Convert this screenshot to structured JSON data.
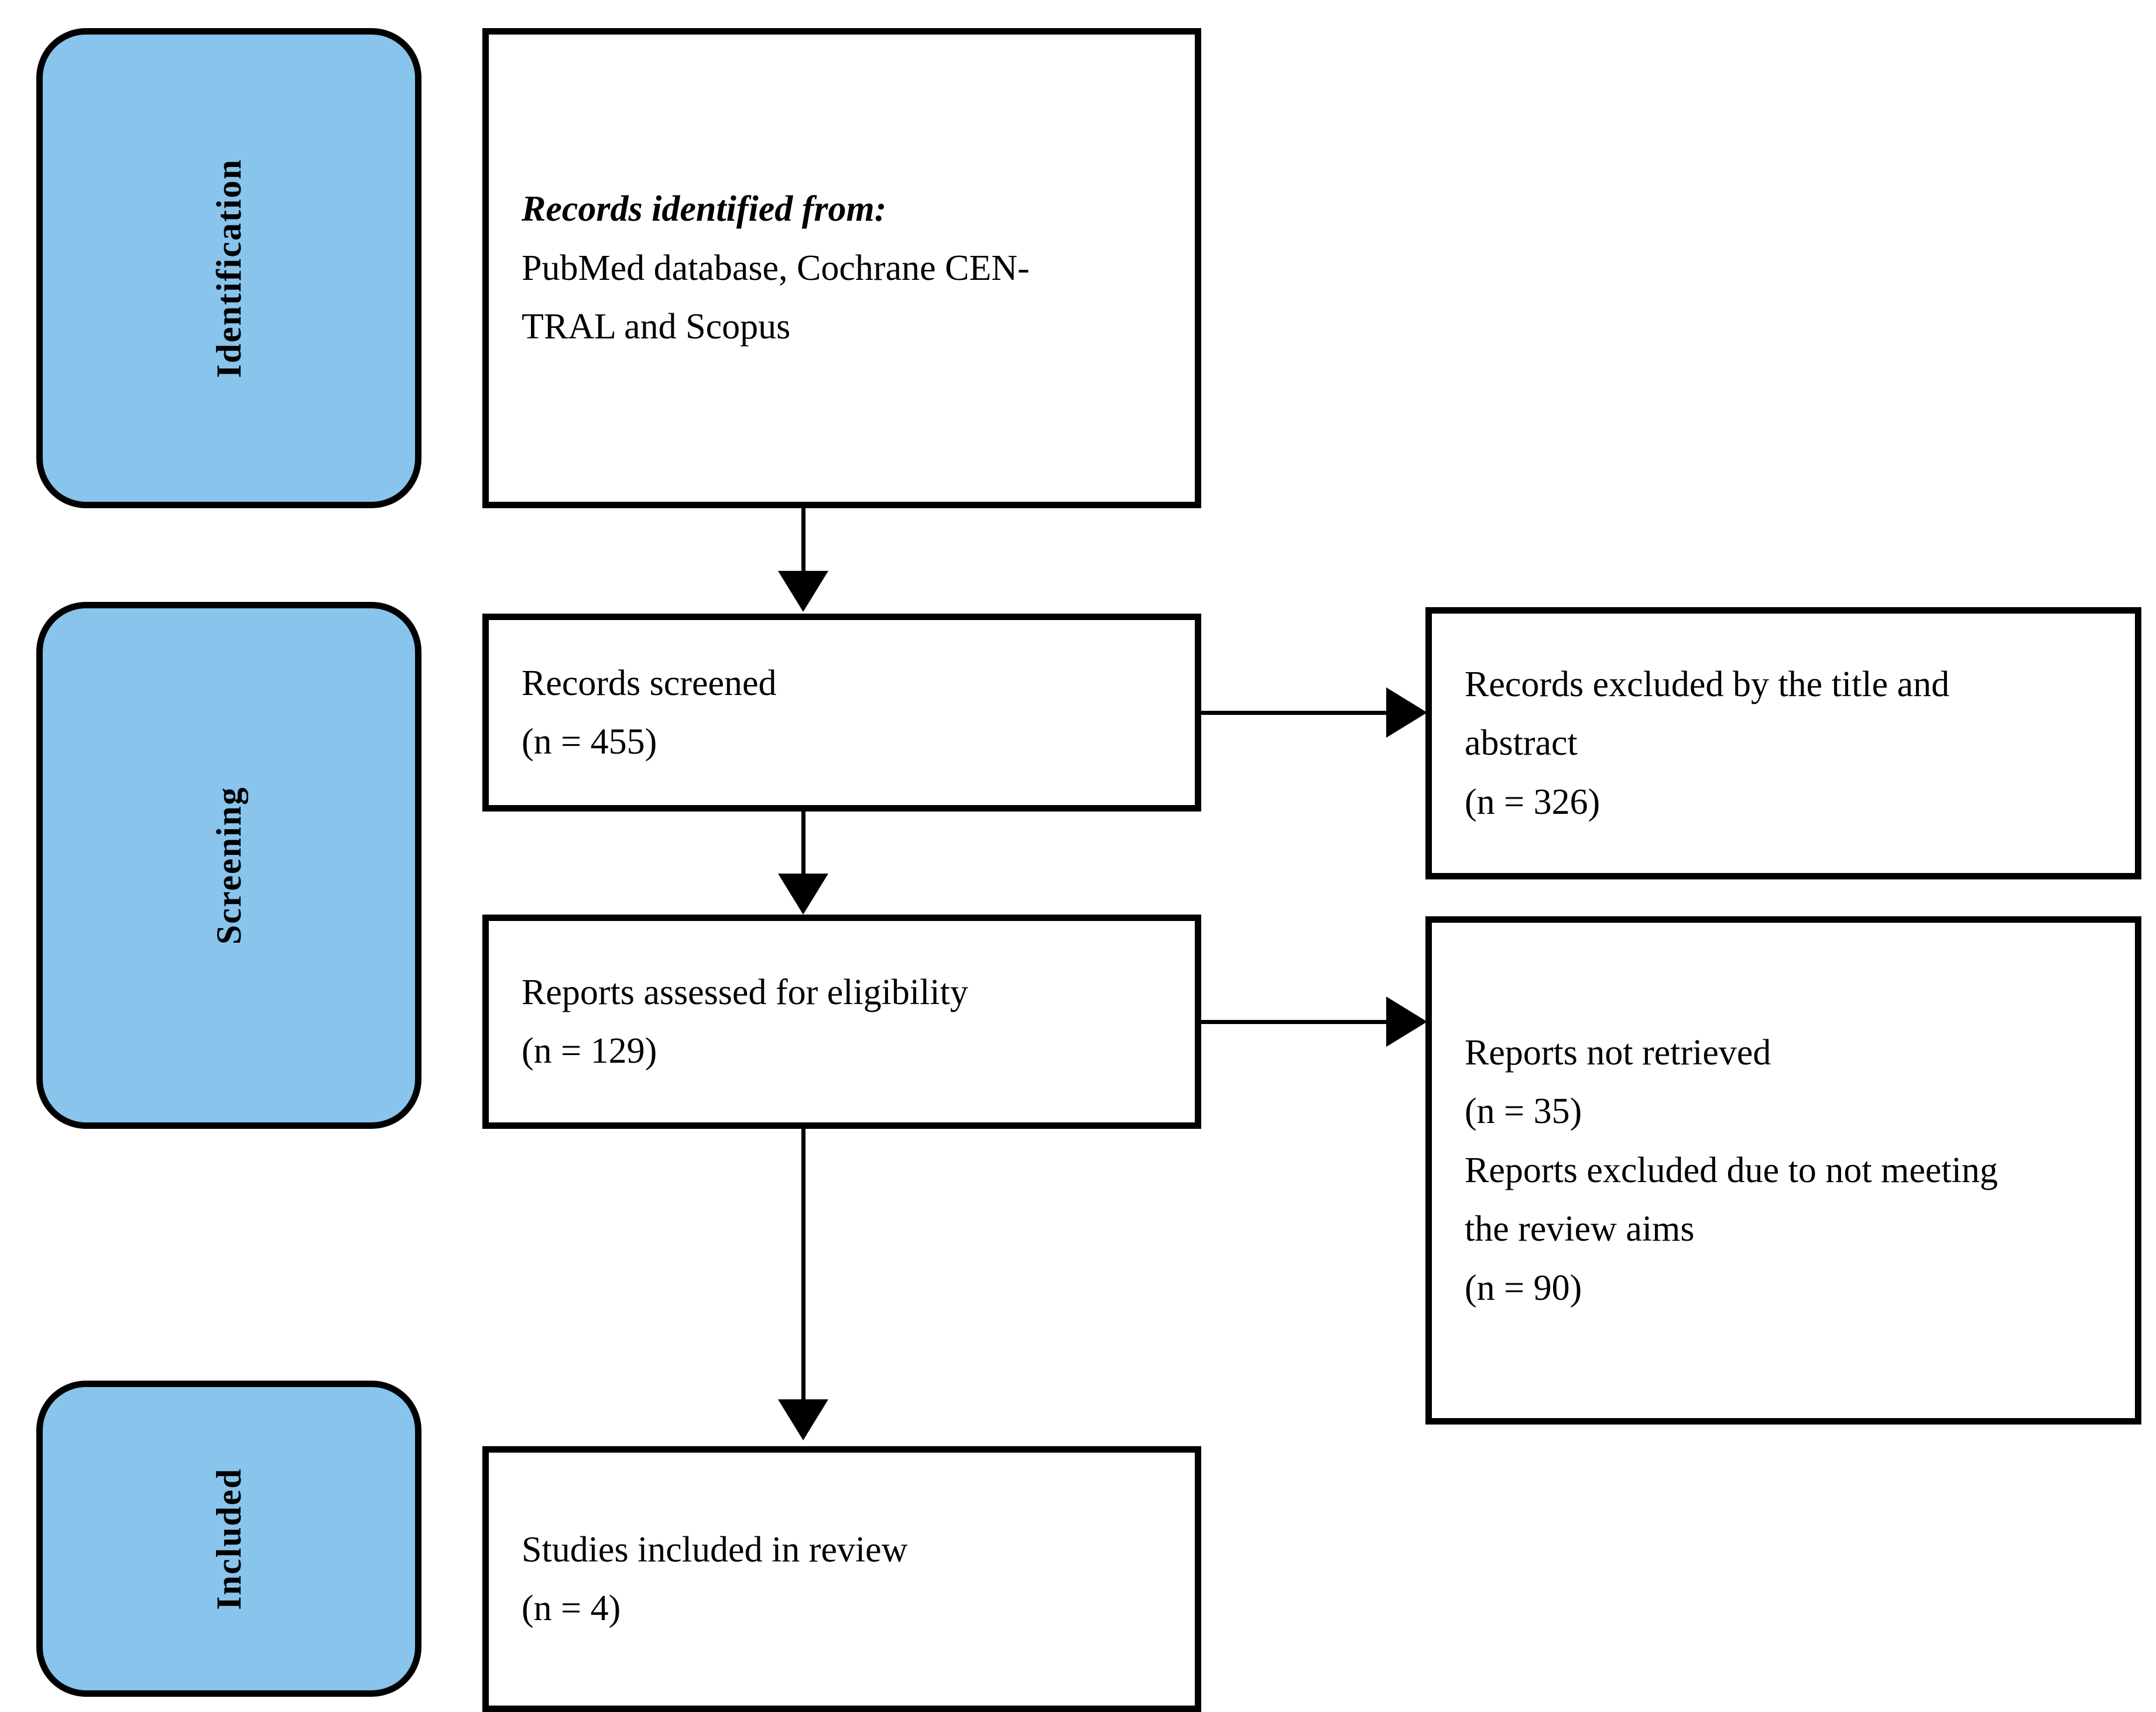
{
  "colors": {
    "stage_fill": "#88c4ec",
    "border": "#000000",
    "background": "#ffffff",
    "text": "#000000"
  },
  "stages": [
    {
      "label": "Identification"
    },
    {
      "label": "Screening"
    },
    {
      "label": "Included"
    }
  ],
  "boxes": {
    "identified": {
      "heading": "Records identified from:",
      "line1": "PubMed database, Cochrane CEN-",
      "line2": "TRAL and Scopus"
    },
    "screened": {
      "line1": "Records screened",
      "line2": "(n = 455)"
    },
    "excluded_title_abstract": {
      "line1": "Records excluded by the title and",
      "line2": "abstract",
      "line3": "(n = 326)"
    },
    "eligibility": {
      "line1": "Reports assessed for eligibility",
      "line2": "(n = 129)"
    },
    "not_retrieved_excluded": {
      "line1": "Reports not retrieved",
      "line2": "(n = 35)",
      "line3": "Reports excluded due to not meeting",
      "line4": "the review aims",
      "line5": "(n = 90)"
    },
    "included": {
      "line1": "Studies included in review",
      "line2": "(n = 4)"
    }
  },
  "chart_data": {
    "type": "diagram",
    "title": "PRISMA flow diagram",
    "nodes": [
      {
        "id": "identified",
        "stage": "Identification",
        "label": "Records identified from: PubMed database, Cochrane CENTRAL and Scopus",
        "n": null
      },
      {
        "id": "screened",
        "stage": "Screening",
        "label": "Records screened",
        "n": 455
      },
      {
        "id": "excluded_title_abstract",
        "stage": "Screening",
        "label": "Records excluded by the title and abstract",
        "n": 326
      },
      {
        "id": "eligibility",
        "stage": "Screening",
        "label": "Reports assessed for eligibility",
        "n": 129
      },
      {
        "id": "not_retrieved",
        "stage": "Screening",
        "label": "Reports not retrieved",
        "n": 35
      },
      {
        "id": "excluded_aims",
        "stage": "Screening",
        "label": "Reports excluded due to not meeting the review aims",
        "n": 90
      },
      {
        "id": "included",
        "stage": "Included",
        "label": "Studies included in review",
        "n": 4
      }
    ],
    "edges": [
      {
        "from": "identified",
        "to": "screened",
        "direction": "down"
      },
      {
        "from": "screened",
        "to": "excluded_title_abstract",
        "direction": "right"
      },
      {
        "from": "screened",
        "to": "eligibility",
        "direction": "down"
      },
      {
        "from": "eligibility",
        "to": "not_retrieved",
        "direction": "right"
      },
      {
        "from": "eligibility",
        "to": "included",
        "direction": "down"
      }
    ]
  }
}
